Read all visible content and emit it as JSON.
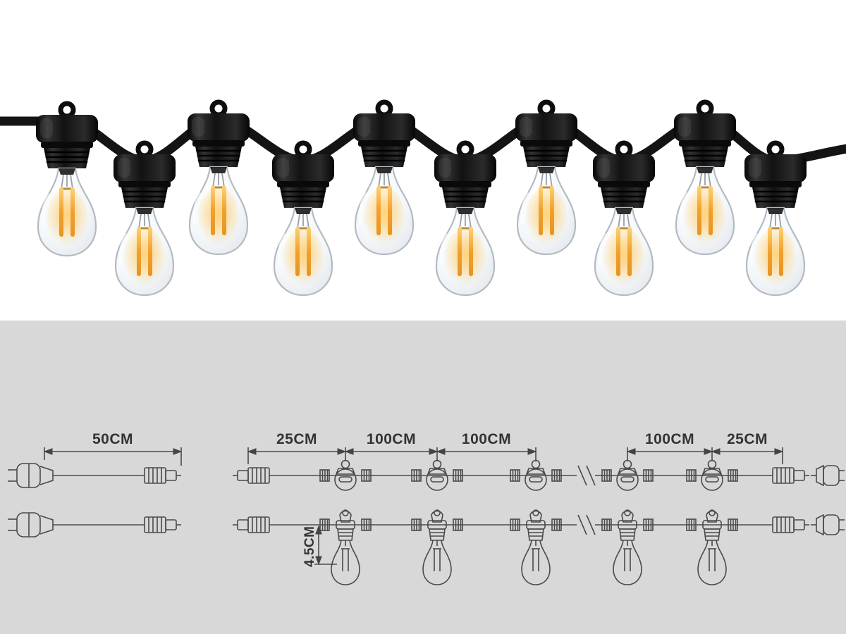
{
  "photo": {
    "bulb_count": 10,
    "cable_color": "#141414",
    "filament_color": "#f0a030",
    "glass_stroke_color": "#b3bac1"
  },
  "diagram": {
    "background_color": "#d8d8d8",
    "line_color": "#4a4a4a",
    "labels": {
      "plug_lead_length": "50CM",
      "start_gap": "25CM",
      "spacing_1": "100CM",
      "spacing_2": "100CM",
      "spacing_3": "100CM",
      "end_gap": "25CM",
      "socket_drop": "4.5CM"
    }
  }
}
